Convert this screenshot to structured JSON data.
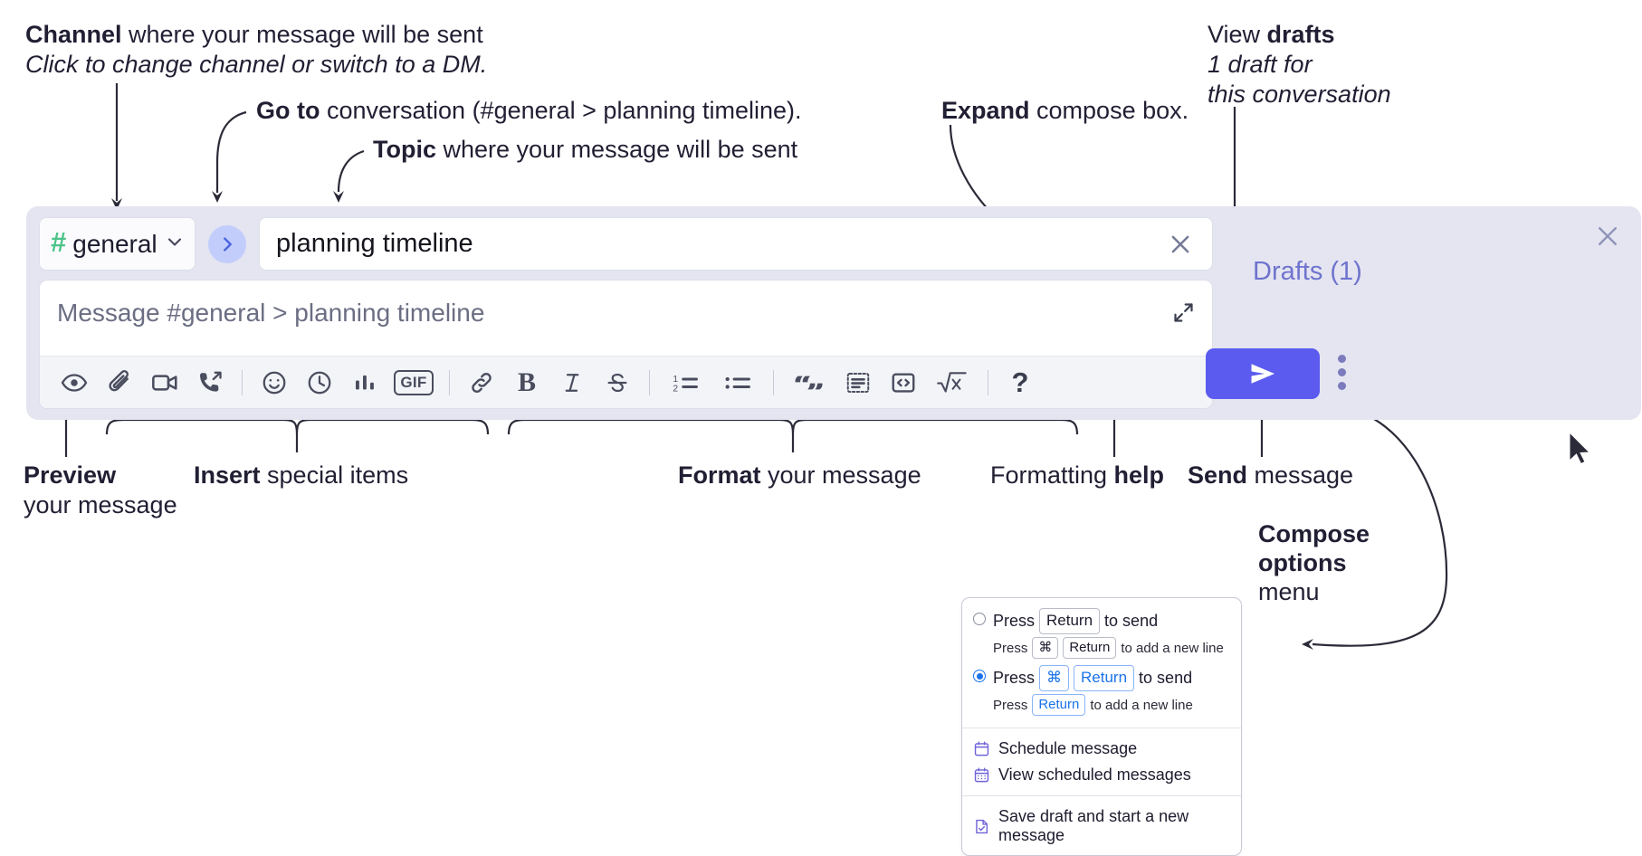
{
  "annotations": {
    "channel": {
      "bold": "Channel",
      "rest": " where your message will be sent",
      "italic": "Click to change channel or switch to a DM."
    },
    "goto": {
      "bold": "Go to",
      "rest": " conversation (#general > planning timeline)."
    },
    "topic": {
      "bold": "Topic",
      "rest": " where your message will be sent"
    },
    "expand": {
      "bold": "Expand",
      "rest": " compose box."
    },
    "drafts": {
      "line1_normal": "View ",
      "line1_bold": "drafts",
      "line2": "1 draft for",
      "line3": "this conversation"
    },
    "preview": {
      "bold": "Preview",
      "line2": "your message"
    },
    "insert": {
      "bold": "Insert",
      "rest": " special items"
    },
    "format": {
      "bold": "Format",
      "rest": " your message"
    },
    "help": {
      "normal": "Formatting ",
      "bold": "help"
    },
    "send": {
      "bold": "Send",
      "rest": " message"
    },
    "compose_options": {
      "line1": "Compose",
      "line2": "options",
      "line3": "menu"
    }
  },
  "compose": {
    "channel_name": "general",
    "hash_symbol": "#",
    "topic_value": "planning timeline",
    "message_placeholder": "Message #general > planning timeline",
    "drafts_label": "Drafts (1)",
    "gif_label": "GIF",
    "help_label": "?",
    "toolbar_items": [
      {
        "name": "preview-icon",
        "label": "Preview"
      },
      {
        "name": "attach-icon",
        "label": "Attach file"
      },
      {
        "name": "video-clip-icon",
        "label": "Record video clip"
      },
      {
        "name": "audio-clip-icon",
        "label": "Record audio clip"
      },
      {
        "name": "emoji-icon",
        "label": "Emoji"
      },
      {
        "name": "clock-icon",
        "label": "Reminder"
      },
      {
        "name": "poll-icon",
        "label": "Poll"
      },
      {
        "name": "gif-icon",
        "label": "GIF"
      },
      {
        "name": "link-icon",
        "label": "Link"
      },
      {
        "name": "bold-icon",
        "label": "Bold"
      },
      {
        "name": "italic-icon",
        "label": "Italic"
      },
      {
        "name": "strikethrough-icon",
        "label": "Strikethrough"
      },
      {
        "name": "ordered-list-icon",
        "label": "Ordered list"
      },
      {
        "name": "bulleted-list-icon",
        "label": "Bulleted list"
      },
      {
        "name": "blockquote-icon",
        "label": "Blockquote"
      },
      {
        "name": "code-icon",
        "label": "Code"
      },
      {
        "name": "code-block-icon",
        "label": "Code block"
      },
      {
        "name": "math-icon",
        "label": "Math"
      },
      {
        "name": "help-icon",
        "label": "?"
      }
    ]
  },
  "options_menu": {
    "option1": {
      "selected": false,
      "press": "Press",
      "key": "Return",
      "suffix": "to send",
      "sub_press": "Press",
      "sub_key1": "⌘",
      "sub_key2": "Return",
      "sub_suffix": "to add a new line"
    },
    "option2": {
      "selected": true,
      "press": "Press",
      "key1": "⌘",
      "key2": "Return",
      "suffix": "to send",
      "sub_press": "Press",
      "sub_key": "Return",
      "sub_suffix": "to add a new line"
    },
    "items": [
      {
        "icon": "calendar-icon",
        "label": "Schedule message"
      },
      {
        "icon": "calendar-list-icon",
        "label": "View scheduled messages"
      },
      {
        "icon": "save-draft-icon",
        "label": "Save draft and start a new message"
      }
    ]
  },
  "colors": {
    "panel_bg": "#e4e5f1",
    "send_button": "#5b5bef",
    "hash_green": "#4cc38a",
    "goto_circle": "#c3cdfb",
    "drafts_text": "#6f73cd",
    "radio_blue": "#1a73e8",
    "menu_icon_purple": "#6f63d8"
  }
}
